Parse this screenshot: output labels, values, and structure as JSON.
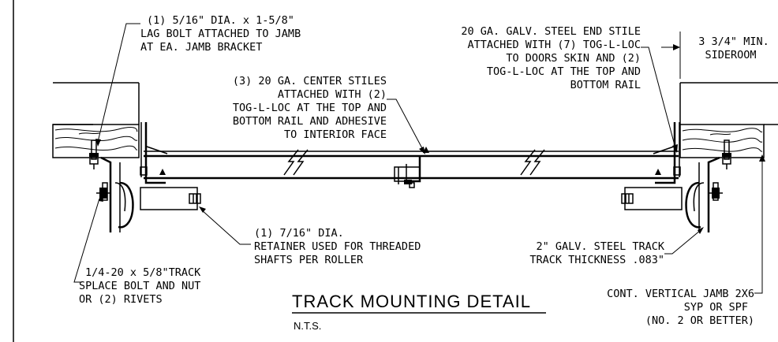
{
  "title": "TRACK MOUNTING DETAIL",
  "scale": "N.T.S.",
  "notes": {
    "lag_bolt": [
      "(1) 5/16\" DIA. x 1-5/8\"",
      "LAG BOLT ATTACHED TO JAMB",
      "AT EA. JAMB BRACKET"
    ],
    "center_stiles": [
      "(3) 20 GA. CENTER STILES",
      "ATTACHED WITH (2)",
      "TOG-L-LOC AT THE TOP AND",
      "BOTTOM RAIL AND ADHESIVE",
      "TO INTERIOR FACE"
    ],
    "end_stile": [
      "20 GA. GALV. STEEL END STILE",
      "ATTACHED WITH (7) TOG-L-LOC",
      "TO DOORS SKIN AND (2)",
      "TOG-L-LOC AT THE TOP AND",
      "BOTTOM RAIL"
    ],
    "sideroom": [
      "3 3/4\" MIN.",
      "SIDEROOM"
    ],
    "retainer": [
      "(1) 7/16\" DIA.",
      "RETAINER USED FOR THREADED",
      "SHAFTS PER ROLLER"
    ],
    "track": [
      "2\" GALV. STEEL TRACK",
      "TRACK THICKNESS .083\""
    ],
    "splice_bolt": [
      "1/4-20 x 5/8\"TRACK",
      "SPLACE BOLT AND NUT",
      "OR (2) RIVETS"
    ],
    "jamb": [
      "CONT. VERTICAL JAMB 2X6",
      "SYP OR SPF",
      "(NO. 2 OR BETTER)"
    ]
  }
}
